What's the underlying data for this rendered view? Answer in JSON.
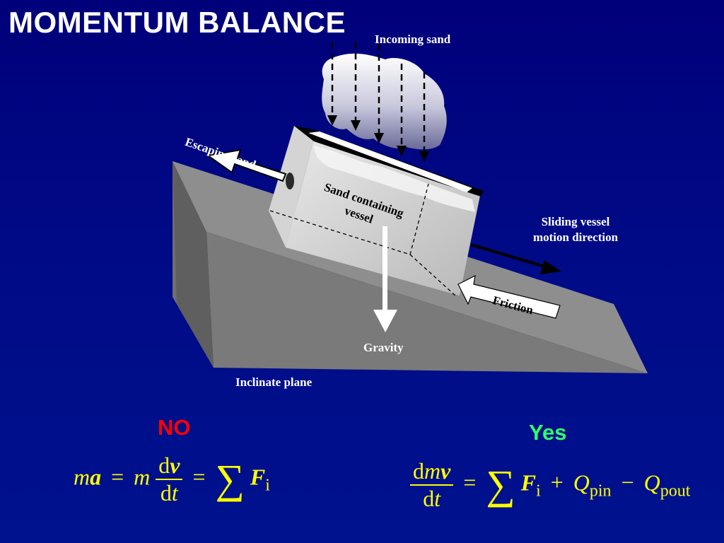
{
  "title": "MOMENTUM BALANCE",
  "labels": {
    "incoming_sand": "Incoming sand",
    "escaping_sand": "Escaping sand",
    "sand_vessel_line1": "Sand containing",
    "sand_vessel_line2": "vessel",
    "sliding_line1": "Sliding vessel",
    "sliding_line2": "motion direction",
    "friction": "Friction",
    "gravity": "Gravity",
    "plane": "Inclinate plane"
  },
  "verdicts": {
    "no": "NO",
    "yes": "Yes"
  },
  "colors": {
    "background": "#00007a",
    "no": "#ff0000",
    "yes": "#33ff66",
    "equation": "#ffff00"
  },
  "equations": {
    "left": {
      "m": "m",
      "a": "a",
      "equals": "=",
      "d": "d",
      "v": "v",
      "t": "t",
      "sum": "∑",
      "F": "F",
      "i": "i"
    },
    "right": {
      "d": "d",
      "m": "m",
      "v": "v",
      "t": "t",
      "equals": "=",
      "sum": "∑",
      "F": "F",
      "i": "i",
      "plus": "+",
      "minus": "−",
      "Q": "Q",
      "pin": "pin",
      "pout": "pout"
    }
  }
}
